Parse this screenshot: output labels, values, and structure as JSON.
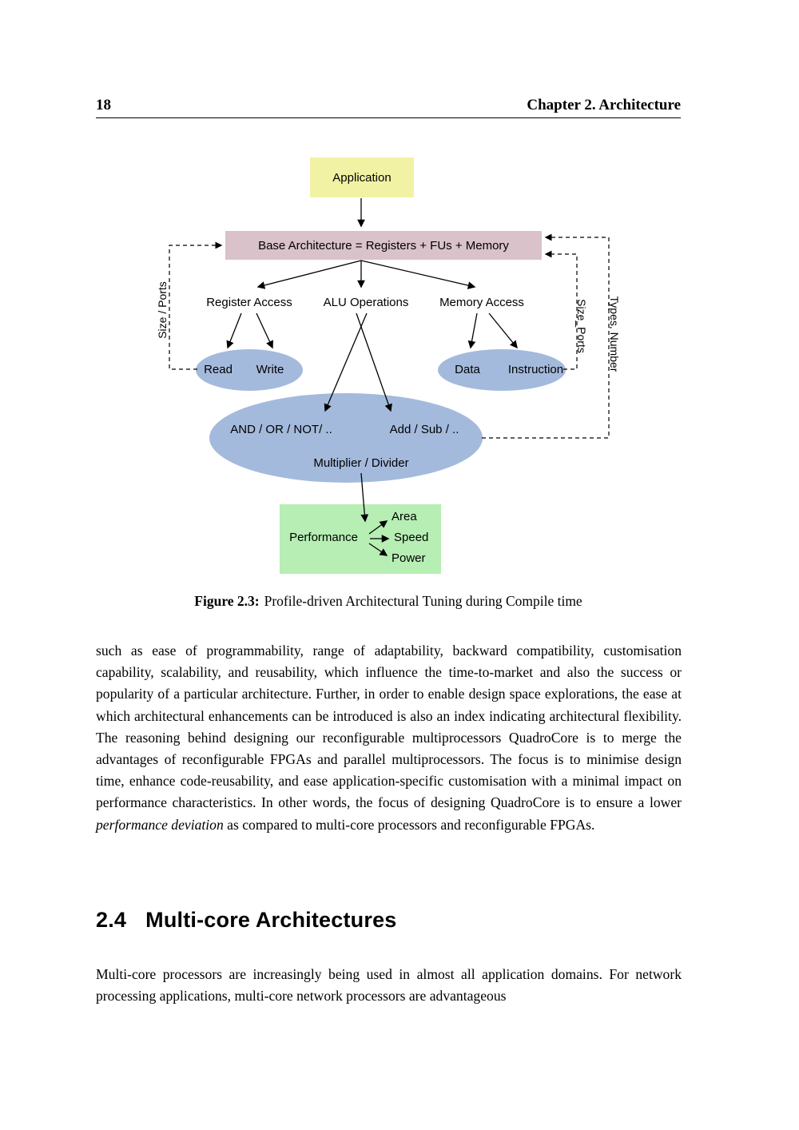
{
  "header": {
    "page_number": "18",
    "running_title": "Chapter 2. Architecture"
  },
  "figure": {
    "caption": {
      "label": "Figure 2.3:",
      "text": "Profile-driven Architectural Tuning during Compile time"
    },
    "nodes": {
      "application": "Application",
      "base_architecture": "Base Architecture = Registers + FUs + Memory",
      "register_access": "Register Access",
      "alu_operations": "ALU Operations",
      "memory_access": "Memory Access",
      "read": "Read",
      "write": "Write",
      "data": "Data",
      "instruction": "Instruction",
      "and_or_not": "AND / OR / NOT/ ..",
      "add_sub": "Add / Sub / ..",
      "multiplier_divider": "Multiplier / Divider",
      "performance": "Performance",
      "area": "Area",
      "speed": "Speed",
      "power": "Power"
    },
    "edge_labels": {
      "left": "Size / Ports",
      "right_inner": "Size_Ports",
      "right_outer": "Types, Number"
    },
    "colors": {
      "application_bg": "#f2f2a5",
      "base_architecture_bg": "#d9c2c9",
      "ellipse_bg": "#a4badc",
      "performance_bg": "#b6eeb3"
    }
  },
  "body": {
    "paragraph1": {
      "before_italic": "such as ease of programmability, range of adaptability, backward compatibility, customisation capability, scalability, and reusability, which influence the time-to-market and also the success or popularity of a particular architecture. Further, in order to enable design space explorations, the ease at which architectural enhancements can be introduced is also an index indicating architectural flexibility. The reasoning behind designing our reconfigurable multiprocessors QuadroCore is to merge the advantages of reconfigurable FPGAs and parallel multiprocessors. The focus is to minimise design time, enhance code-reusability, and ease application-specific customisation with a minimal impact on performance characteristics. In other words, the focus of designing QuadroCore is to ensure a lower ",
      "italic": "performance deviation",
      "after_italic": " as compared to multi-core processors and reconfigurable FPGAs."
    },
    "section_heading": {
      "number": "2.4",
      "title": "Multi-core Architectures"
    },
    "paragraph2": "Multi-core processors are increasingly being used in almost all application domains. For network processing applications, multi-core network processors are advantageous"
  }
}
